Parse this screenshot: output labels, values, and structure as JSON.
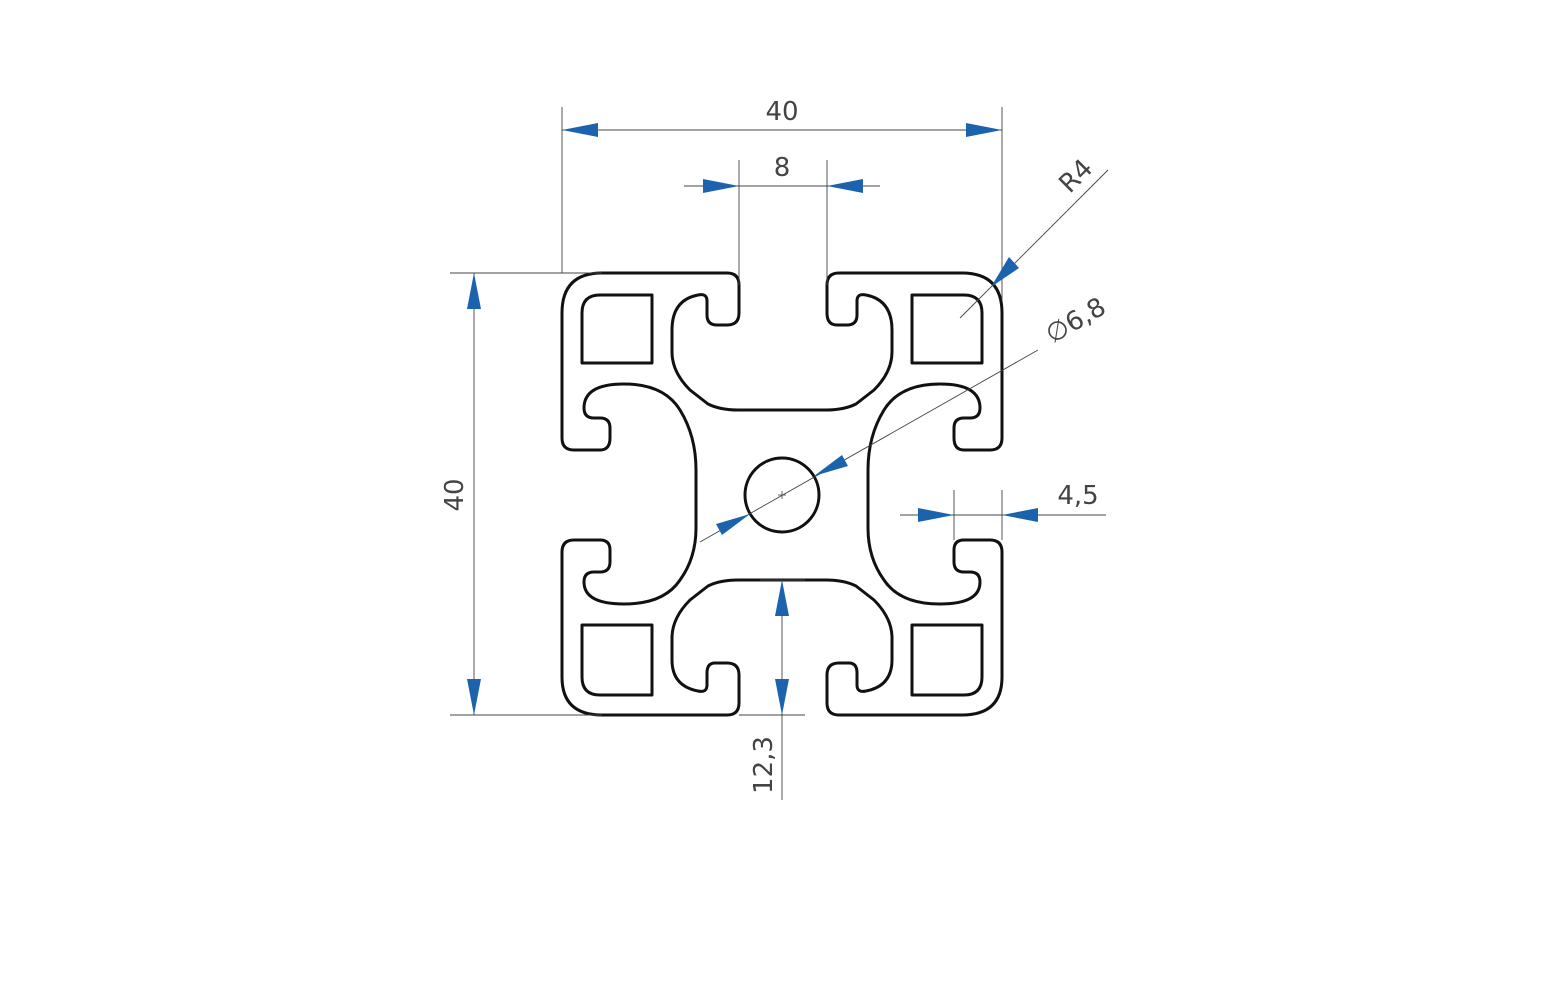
{
  "drawing": {
    "dimensions": {
      "overall_width": "40",
      "overall_height": "40",
      "slot_width": "8",
      "corner_radius": "R4",
      "center_bore": "6,8",
      "slot_depth": "12,3",
      "wall_thickness": "4,5"
    },
    "symbols": {
      "diameter": "∅"
    },
    "colors": {
      "outline": "#111111",
      "dimension_line": "#444444",
      "arrow": "#1b64ad",
      "text": "#444444"
    }
  }
}
